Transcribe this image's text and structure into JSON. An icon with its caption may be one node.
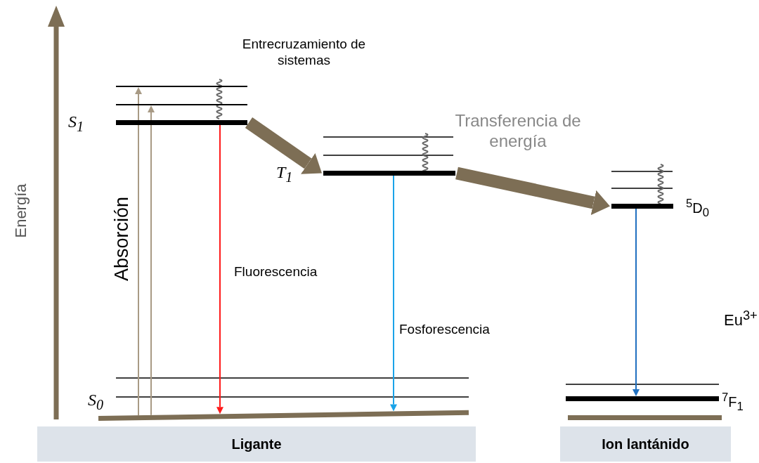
{
  "diagram": {
    "nodes": [
      {
        "text": [],
        "shape": "bar"
      },
      {
        "text": [],
        "shape": "bar"
      },
      {
        "text": [],
        "shape": "bar",
        "beside": [
          "S$_{1}$"
        ]
      },
      {
        "text": [],
        "shape": "bar",
        "beside": [
          "T$_{1}$"
        ]
      },
      {
        "text": [],
        "shape": "bar",
        "beside": [
          "$^{5}$D$_{0}$"
        ]
      },
      {
        "text": [],
        "shape": "bar",
        "beside": [
          "S$_{0}$"
        ]
      },
      {
        "text": [],
        "shape": "bar",
        "beside": [
          "$^{7}$F$_{1}$"
        ]
      },
      {
        "text": [
          "Ligante"
        ]
      },
      {
        "text": [
          "Ion lantánido"
        ]
      }
    ],
    "edges": [
      {
        "from": 5,
        "to": 0,
        "arrow": "to",
        "color": "#a89a85"
      },
      {
        "from": 5,
        "to": 1,
        "arrow": "to",
        "color": "#a89a85"
      },
      {
        "from": 2,
        "to": 3,
        "arrow": "to",
        "style": "thick",
        "color": "#7d6e55"
      },
      {
        "from": 2,
        "to": 5,
        "arrow": "to",
        "label": "Fluorescencia",
        "color": "#ff1a1a"
      },
      {
        "from": 3,
        "to": 5,
        "arrow": "to",
        "label": "Fosforescencia",
        "color": "#1aa3e8"
      },
      {
        "from": 3,
        "to": 4,
        "arrow": "to",
        "style": "thick",
        "color": "#7d6e55"
      },
      {
        "from": 4,
        "to": 6,
        "arrow": "to",
        "color": "#2070c0"
      }
    ],
    "labels": [
      "Entrecruzamiento de sistemas",
      "Transferencia de energía",
      "Energía",
      "Absorción",
      "Eu$^{3+}$"
    ]
  }
}
